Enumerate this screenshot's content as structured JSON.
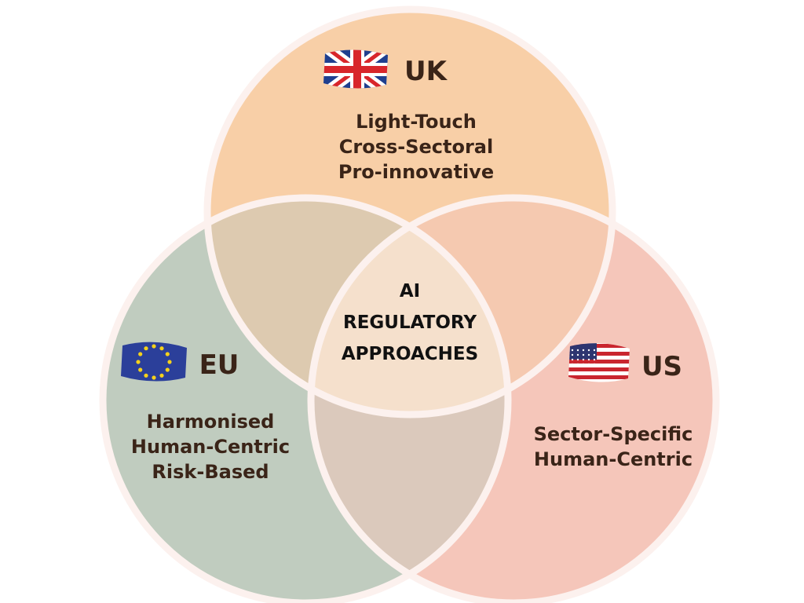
{
  "center": {
    "lines": [
      "AI",
      "REGULATORY",
      "APPROACHES"
    ]
  },
  "uk": {
    "name": "UK",
    "flag_icon": "uk-flag-icon",
    "traits": [
      "Light-Touch",
      "Cross-Sectoral",
      "Pro-innovative"
    ],
    "color": "#f8cfa7"
  },
  "eu": {
    "name": "EU",
    "flag_icon": "eu-flag-icon",
    "traits": [
      "Harmonised",
      "Human-Centric",
      "Risk-Based"
    ],
    "color": "#c0ccbf"
  },
  "us": {
    "name": "US",
    "flag_icon": "us-flag-icon",
    "traits": [
      "Sector-Specific",
      "Human-Centric"
    ],
    "color": "#f5c6ba"
  },
  "colors": {
    "uk_eu_overlap": "#ddcab0",
    "uk_us_overlap": "#f5c9b0",
    "eu_us_overlap": "#dbc9bc",
    "center_overlap": "#f5e0cc",
    "outline": "#fcf1ee"
  }
}
